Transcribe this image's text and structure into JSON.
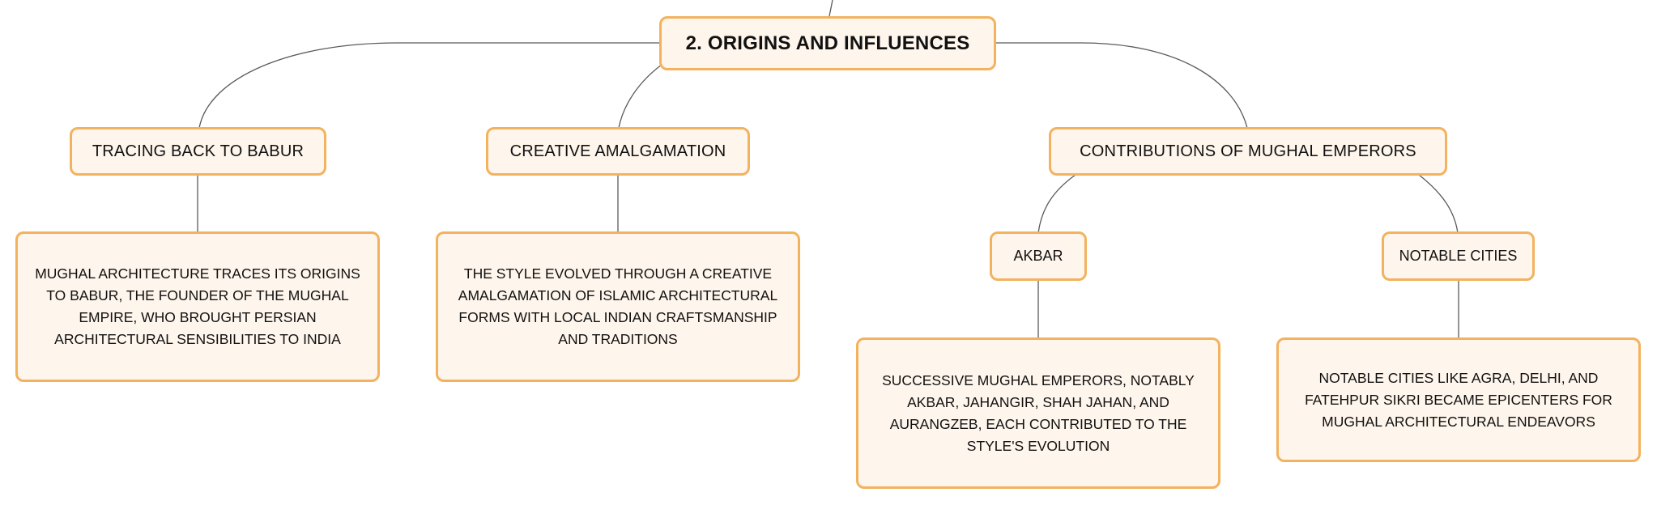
{
  "colors": {
    "node_fill": "#fef5ec",
    "node_border": "#f3b25e",
    "connector": "#5a5a5a",
    "text": "#111111"
  },
  "diagram": {
    "root": {
      "label": "2. ORIGINS AND INFLUENCES"
    },
    "branches": {
      "babur": {
        "label": "TRACING BACK TO BABUR",
        "detail": "MUGHAL ARCHITECTURE TRACES ITS ORIGINS TO BABUR, THE FOUNDER OF THE MUGHAL EMPIRE, WHO BROUGHT PERSIAN ARCHITECTURAL SENSIBILITIES TO INDIA"
      },
      "amalgamation": {
        "label": "CREATIVE AMALGAMATION",
        "detail": "THE STYLE EVOLVED THROUGH A CREATIVE AMALGAMATION OF ISLAMIC ARCHITECTURAL FORMS WITH LOCAL INDIAN CRAFTSMANSHIP AND TRADITIONS"
      },
      "emperors": {
        "label": "CONTRIBUTIONS OF MUGHAL EMPERORS",
        "akbar": {
          "label": "AKBAR",
          "detail": "SUCCESSIVE MUGHAL EMPERORS, NOTABLY AKBAR, JAHANGIR, SHAH JAHAN, AND AURANGZEB, EACH CONTRIBUTED TO THE STYLE'S EVOLUTION"
        },
        "cities": {
          "label": "NOTABLE CITIES",
          "detail": "NOTABLE CITIES LIKE AGRA, DELHI, AND FATEHPUR SIKRI BECAME EPICENTERS FOR MUGHAL ARCHITECTURAL ENDEAVORS"
        }
      }
    }
  }
}
